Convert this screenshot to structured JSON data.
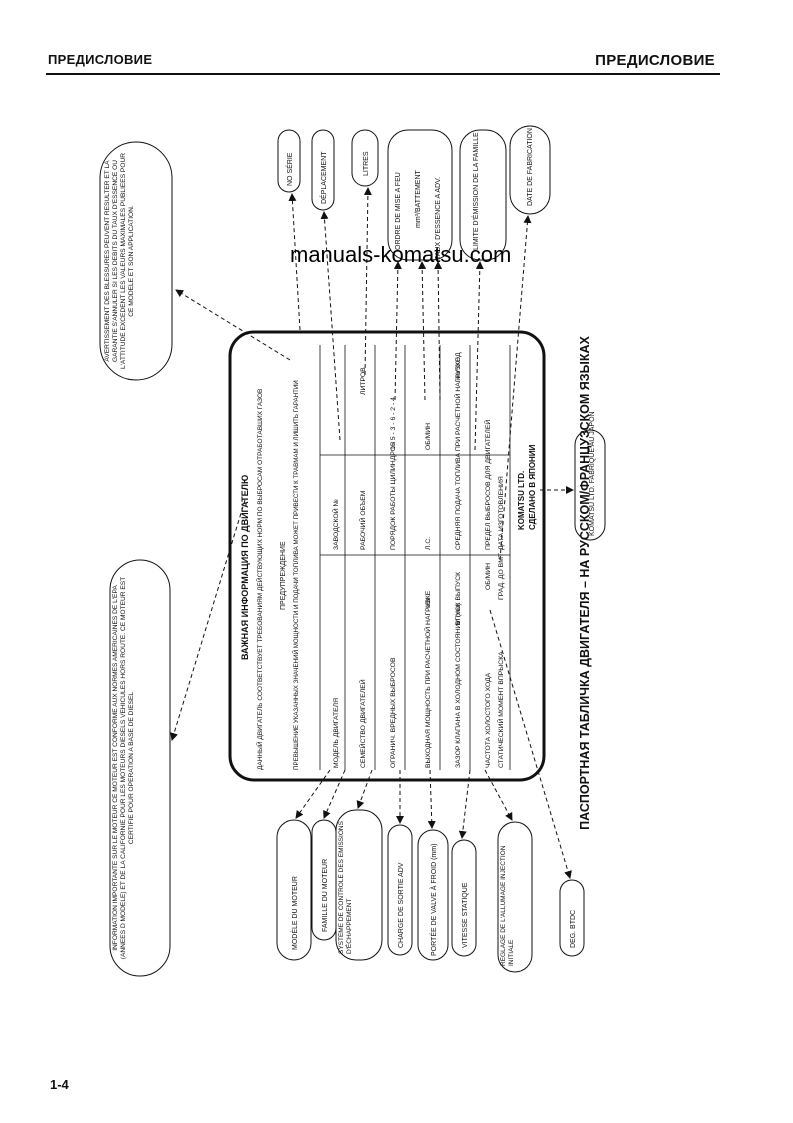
{
  "header": {
    "left": "ПРЕДИСЛОВИЕ",
    "right": "ПРЕДИСЛОВИЕ"
  },
  "footer": {
    "page_number": "1-4"
  },
  "watermark": "manuals-komatsu.com",
  "caption": "ПАСПОРТНАЯ ТАБЛИЧКА ДВИГАТЕЛЯ – НА РУССКОМ/ФРАНЦУЗСКОМ ЯЗЫКАХ",
  "plate": {
    "title": "ВАЖНАЯ ИНФОРМАЦИЯ ПО ДВИГАТЕЛЮ",
    "intro": "ДАННЫЙ ДВИГАТЕЛЬ СООТВЕТСТВУЕТ ТРЕБОВАНИЯМ ДЕЙСТВУЮЩИХ НОРМ ПО ВЫБРОСАМ ОТРАБОТАВШИХ ГАЗОВ",
    "warning_title": "ПРЕДУПРЕЖДЕНИЕ",
    "warning": "ПРЕВЫШЕНИЕ УКАЗАННЫХ ЗНАЧЕНИЙ МОЩНОСТИ И ПОДАЧИ ТОПЛИВА МОЖЕТ ПРИВЕСТИ К ТРАВМАМ И ЛИШИТЬ ГАРАНТИИ",
    "rows": [
      {
        "l1": "МОДЕЛЬ ДВИГАТЕЛЯ",
        "u1": "",
        "l2": "ЗАВОДСКОЙ №",
        "u2": ""
      },
      {
        "l1": "СЕМЕЙСТВО ДВИГАТЕЛЕЙ",
        "u1": "",
        "l2": "РАБОЧИЙ ОБЪЕМ",
        "u2": "ЛИТРОВ"
      },
      {
        "l1": "ОГРАНИЧ. ВРЕДНЫХ ВЫБРОСОВ",
        "u1": "",
        "l2": "ПОРЯДОК РАБОТЫ ЦИЛИНДРОВ",
        "u2": "1 - 5 - 3 - 6 - 2 - 4"
      },
      {
        "l1": "ВЫХОДНАЯ МОЩНОСТЬ ПРИ РАСЧЕТНОЙ НАГРУЗКЕ",
        "u1": "кВт",
        "l2": "Л.С.",
        "u2": "ОБ/МИН"
      },
      {
        "l1": "ЗАЗОР КЛАПАНА В ХОЛОДНОМ СОСТОЯНИИ (мм)",
        "u1": "ВПУСК ВЫПУСК",
        "l2": "СРЕДНЯЯ ПОДАЧА ТОПЛИВА ПРИ РАСЧЕТНОЙ НАГРУЗКЕ",
        "u2": "мм³/ХОД"
      },
      {
        "l1": "ЧАСТОТА ХОЛОСТОГО ХОДА",
        "u1": "ОБ/МИН",
        "l2": "ПРЕДЕЛ ВЫБРОСОВ ДЛЯ ДВИГАТЕЛЕЙ",
        "u2": ""
      },
      {
        "l1": "СТАТИЧЕСКИЙ МОМЕНТ ВПРЫСКА",
        "u1": "ГРАД. ДО ВМТ",
        "l2": "ДАТА ИЗГОТОВЛЕНИЯ",
        "u2": ""
      }
    ],
    "maker": "KOMATSU LTD.",
    "maker_sub": "СДЕЛАНО В ЯПОНИИ"
  },
  "callouts": {
    "info_box": "INFORMATION IMPORTANTE SUR LE MOTEUR CE MOTEUR EST CONFORME AUX NORMES AMERICAINES DE L'EPA (ANNEES D MODELE) ET DE LA CALIFORNIE POUR LES MOTEURS DIESELS VEHICULES HORS ROUTE. CE MOTEUR EST CERTIFIE POUR OPERATION A BASE DE DIESEL",
    "warn_box": "AVERTISSEMENT DES BLESSURES PEUVENT RESULTER ET LA GARANTIE S'ANNULER SI LES DEBITS DU TAUX D'ESSENCE OU L'ATTITUDE EXCEDENT LES VALEURS MAXIMALES PUBLIEES POUR CE MODELE ET SON APPLICATION.",
    "no_serie": "NO SÉRIE",
    "deplacement": "DÉPLACEMENT",
    "litres": "LITRES",
    "ordre": "ORDRE DE MISE A FEU",
    "mm3": "mm³/BATTEMENT",
    "taux": "TAUX D'ESSENCE A ADV.",
    "limite": "LIMITE D'ÉMISSION DE LA FAMILLE",
    "date": "DATE DE FABRICATION",
    "fabrique": "KOMATSU LTD. FABRIQUÉ AU JAPON",
    "modele": "MODÈLE DU MOTEUR",
    "famille": "FAMILLE DU MOTEUR",
    "systeme": "SYSTÈME DE CONTRÔLE DES ÉMISSIONS D'ÉCHAPPEMENT",
    "charge": "CHARGE DE SORTIE ADV",
    "portee": "PORTÉE DE VALVE À FROID (mm)",
    "vitesse": "VITESSE STATIQUE",
    "reglage": "RÉGLAGE DE L'ALLUMAGE INJECTION INITIALE",
    "deg": "DEG. BTDC"
  }
}
